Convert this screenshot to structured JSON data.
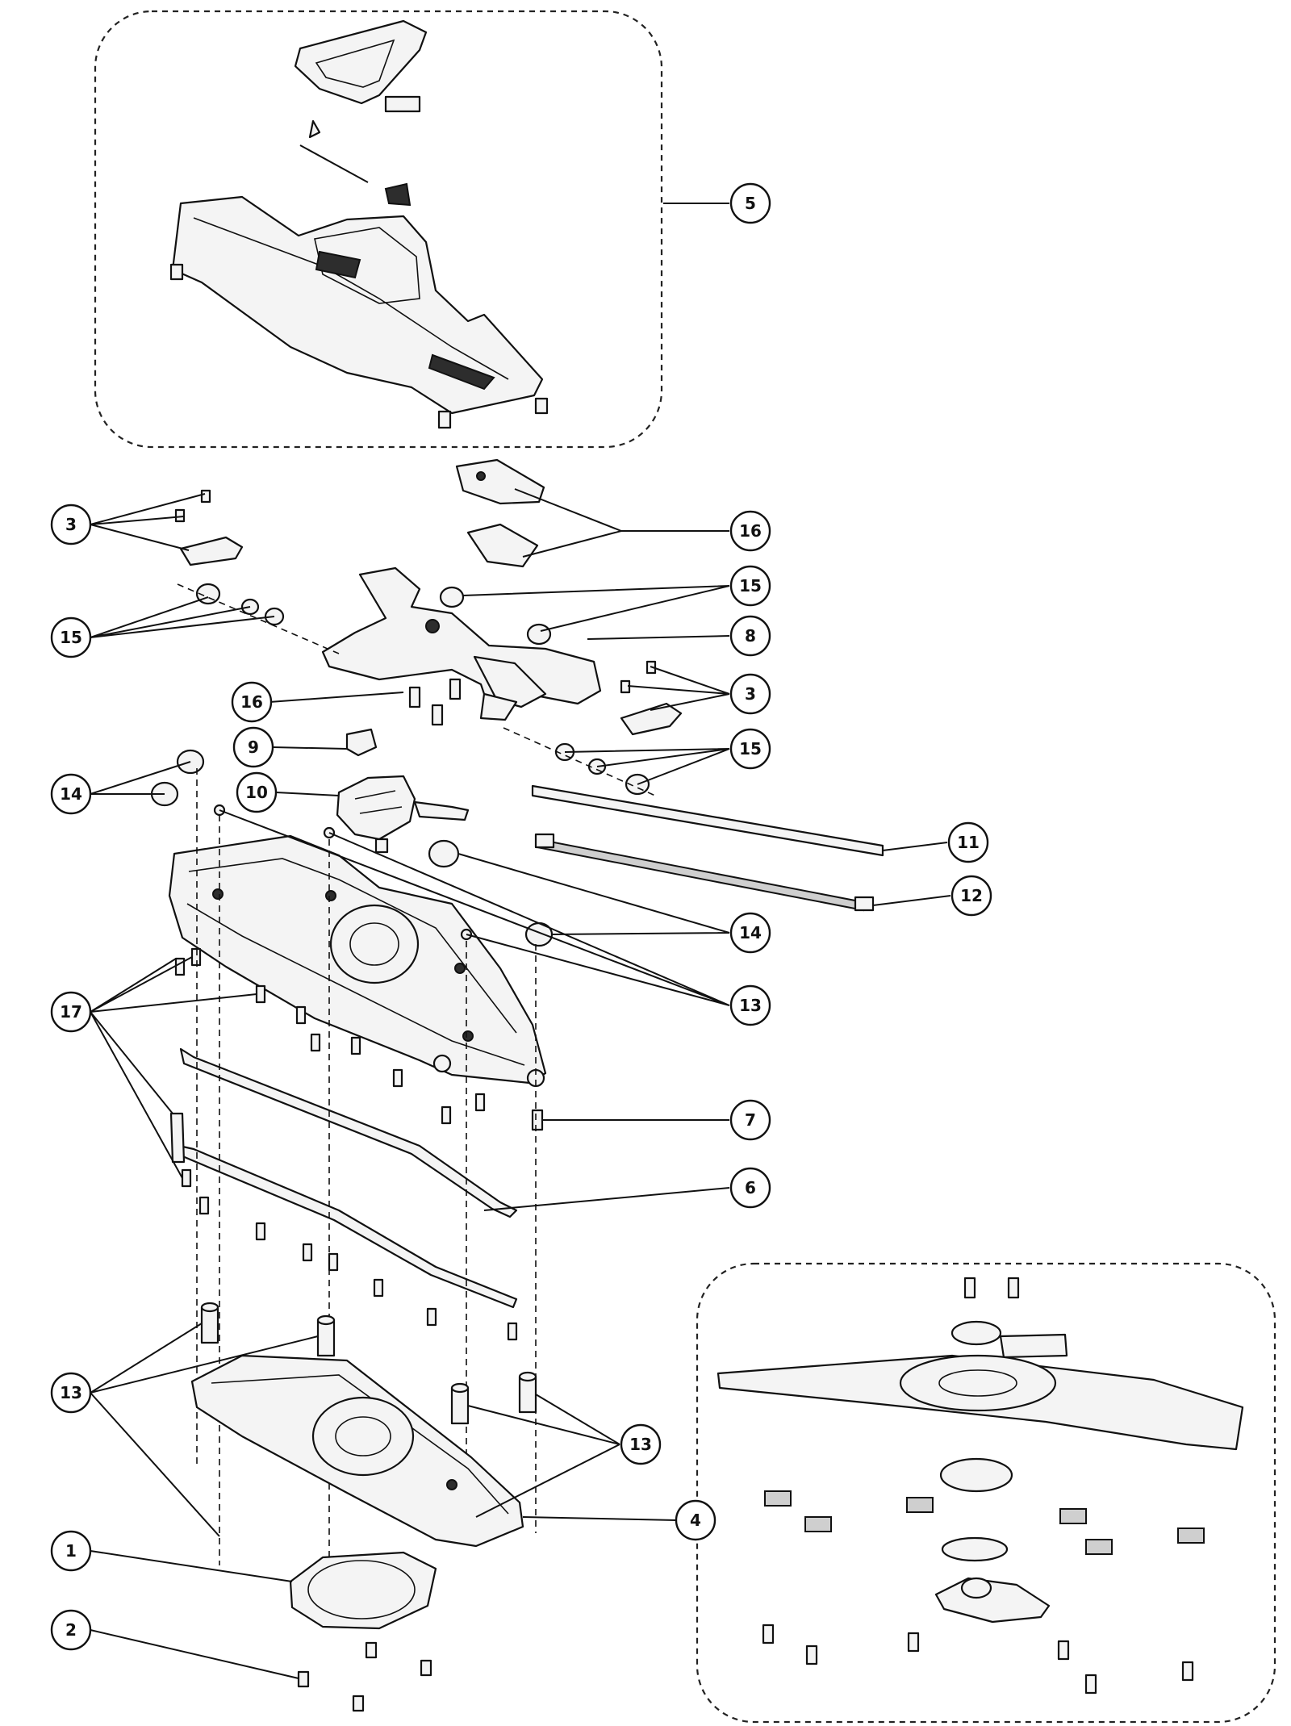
{
  "diagram": {
    "type": "exploded-parts-view",
    "callouts": [
      {
        "id": "c1",
        "label": "1"
      },
      {
        "id": "c2",
        "label": "2"
      },
      {
        "id": "c3a",
        "label": "3"
      },
      {
        "id": "c3b",
        "label": "3"
      },
      {
        "id": "c4",
        "label": "4"
      },
      {
        "id": "c5",
        "label": "5"
      },
      {
        "id": "c6",
        "label": "6"
      },
      {
        "id": "c7",
        "label": "7"
      },
      {
        "id": "c8",
        "label": "8"
      },
      {
        "id": "c9",
        "label": "9"
      },
      {
        "id": "c10",
        "label": "10"
      },
      {
        "id": "c11",
        "label": "11"
      },
      {
        "id": "c12",
        "label": "12"
      },
      {
        "id": "c13a",
        "label": "13"
      },
      {
        "id": "c13b",
        "label": "13"
      },
      {
        "id": "c13c",
        "label": "13"
      },
      {
        "id": "c14a",
        "label": "14"
      },
      {
        "id": "c14b",
        "label": "14"
      },
      {
        "id": "c15a",
        "label": "15"
      },
      {
        "id": "c15b",
        "label": "15"
      },
      {
        "id": "c15c",
        "label": "15"
      },
      {
        "id": "c16a",
        "label": "16"
      },
      {
        "id": "c16b",
        "label": "16"
      },
      {
        "id": "c17",
        "label": "17"
      }
    ]
  }
}
